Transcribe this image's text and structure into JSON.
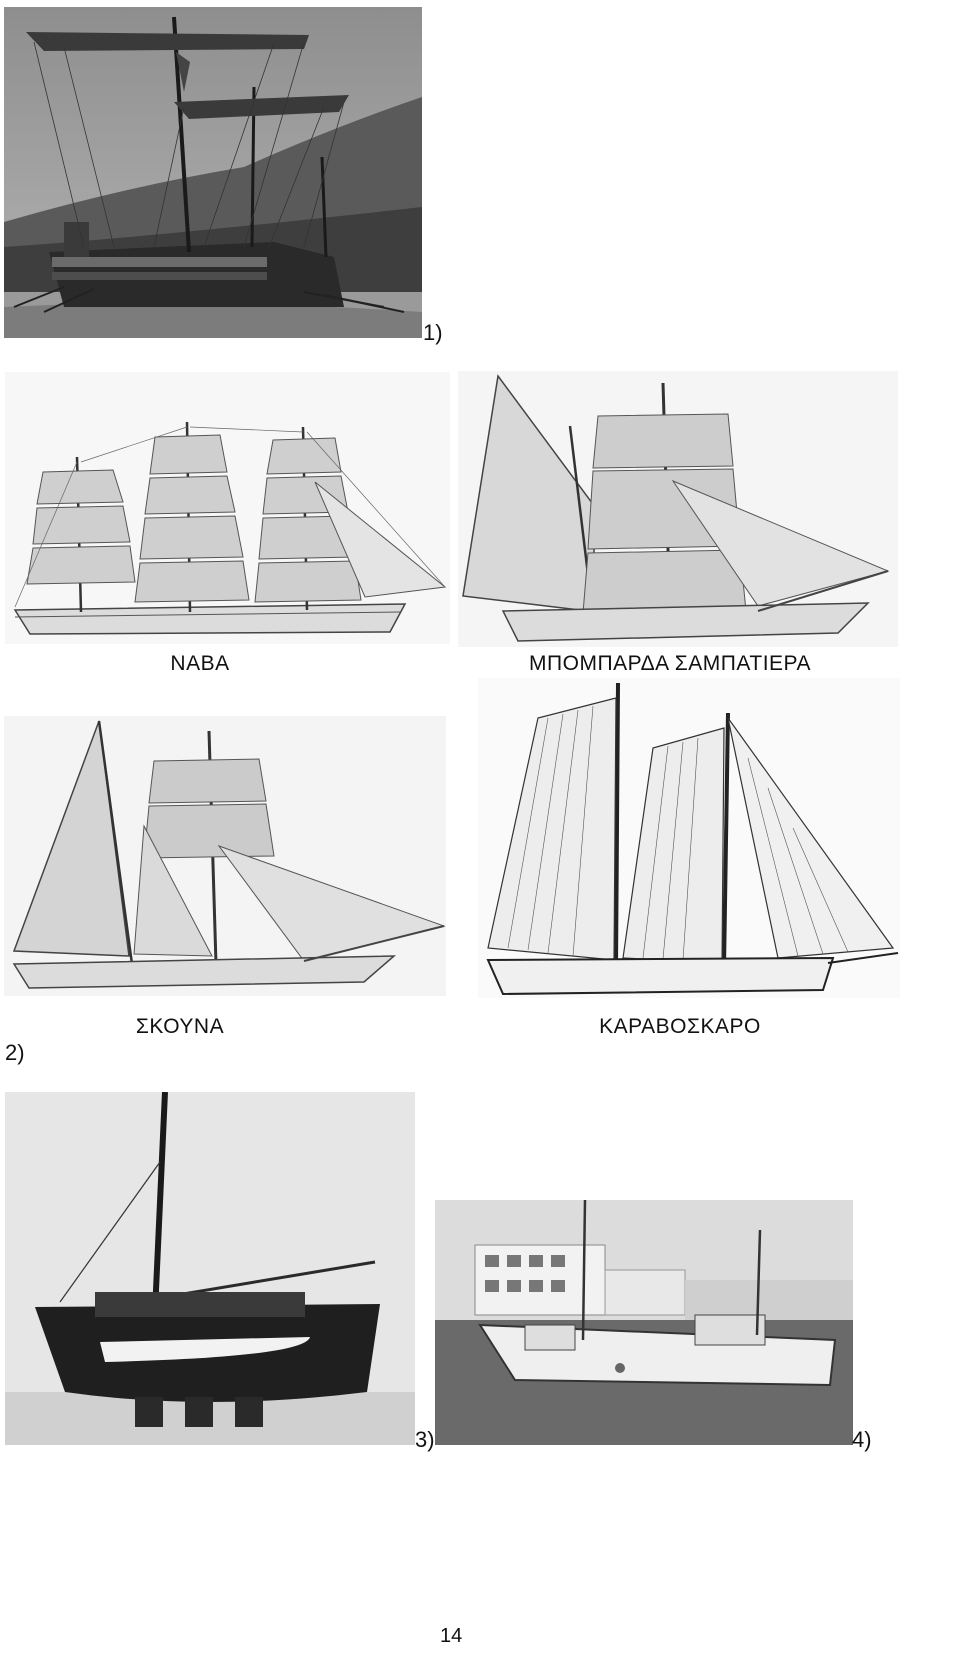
{
  "figures": [
    {
      "label": "1)",
      "subject": "trireme-photo"
    },
    {
      "label": "2)",
      "captions": [
        "ΝΑΒΑ",
        "ΜΠΟΜΠΑΡΔΑ ΣΑΜΠΑΤΙΕΡΑ",
        "ΣΚΟΥΝΑ",
        "ΚΑΡΑΒΟΣΚΑΡΟ"
      ]
    },
    {
      "label": "3)",
      "subject": "wooden-boat-model-photo"
    },
    {
      "label": "4)",
      "subject": "fishing-boat-harbor-photo"
    }
  ],
  "page_number": "14"
}
